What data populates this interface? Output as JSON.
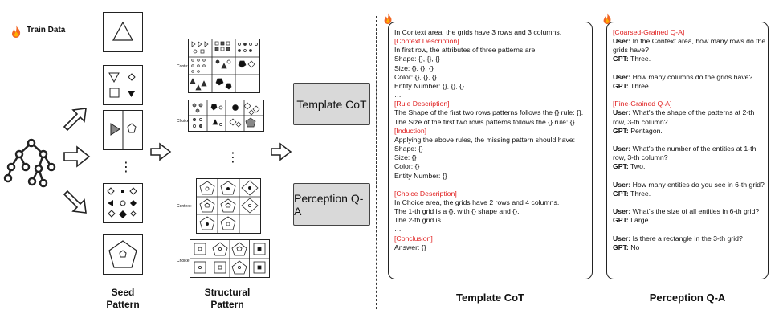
{
  "legend": {
    "label": "Train Data"
  },
  "seed_caption": "Seed\nPattern",
  "seed_dots": "⋮",
  "structural_caption": "Structural\nPattern",
  "structural_dots": "⋮",
  "structural_labels": {
    "context": "Context:",
    "choice": "Choice:"
  },
  "boxes": {
    "template": "Template CoT",
    "perception": "Perception Q-A"
  },
  "template_panel": {
    "lines": [
      {
        "t": "In Context area, the grids have 3 rows and 3 columns.",
        "s": "normal"
      },
      {
        "t": "[Context Description]",
        "s": "red"
      },
      {
        "t": "In first row, the attributes of three patterns are:",
        "s": "normal"
      },
      {
        "t": "Shape: {}, {}, {}",
        "s": "normal"
      },
      {
        "t": "Size: {}, {}, {}",
        "s": "normal"
      },
      {
        "t": "Color: {}, {}, {}",
        "s": "normal"
      },
      {
        "t": "Entity Number: {}, {}, {}",
        "s": "normal"
      },
      {
        "t": "…",
        "s": "normal"
      },
      {
        "t": "[Rule Description]",
        "s": "red"
      },
      {
        "t": "The Shape of the first two rows patterns follows the {} rule: {}.",
        "s": "normal"
      },
      {
        "t": "The Size of the first two rows patterns follows the {} rule: {}.",
        "s": "normal"
      },
      {
        "t": "[Induction]",
        "s": "red"
      },
      {
        "t": "Applying the above rules, the missing pattern should have:",
        "s": "normal"
      },
      {
        "t": "Shape: {}",
        "s": "normal"
      },
      {
        "t": "Size: {}",
        "s": "normal"
      },
      {
        "t": "Color: {}",
        "s": "normal"
      },
      {
        "t": "Entity Number: {}",
        "s": "normal"
      },
      {
        "t": "",
        "s": "normal"
      },
      {
        "t": "[Choice Description]",
        "s": "red"
      },
      {
        "t": "In Choice area, the grids have 2 rows and 4 columns.",
        "s": "normal"
      },
      {
        "t": "The 1-th grid is a {}, with {} shape and {}.",
        "s": "normal"
      },
      {
        "t": "The 2-th grid is...",
        "s": "normal"
      },
      {
        "t": "…",
        "s": "normal"
      },
      {
        "t": "[Conclusion]",
        "s": "red"
      },
      {
        "t": "Answer: {}",
        "s": "normal"
      }
    ]
  },
  "perception_panel": {
    "lines": [
      {
        "t": "[Coarsed-Grained Q-A]",
        "s": "red"
      },
      {
        "t": "User: In the Context area, how many rows do the",
        "s": "user"
      },
      {
        "t": "grids have?",
        "s": "normal"
      },
      {
        "t": "GPT: Three.",
        "s": "gpt"
      },
      {
        "t": "",
        "s": "normal"
      },
      {
        "t": "User: How many columns do the grids have?",
        "s": "user"
      },
      {
        "t": "GPT: Three.",
        "s": "gpt"
      },
      {
        "t": "",
        "s": "normal"
      },
      {
        "t": "[Fine-Grained Q-A]",
        "s": "red"
      },
      {
        "t": "User: What's the shape of the patterns at 2-th",
        "s": "user"
      },
      {
        "t": "row, 3-th column?",
        "s": "normal"
      },
      {
        "t": "GPT: Pentagon.",
        "s": "gpt"
      },
      {
        "t": "",
        "s": "normal"
      },
      {
        "t": "User: What's the number of the entities at 1-th",
        "s": "user"
      },
      {
        "t": "row, 3-th column?",
        "s": "normal"
      },
      {
        "t": "GPT: Two.",
        "s": "gpt"
      },
      {
        "t": "",
        "s": "normal"
      },
      {
        "t": "User: How many entities do you see in 6-th grid?",
        "s": "user"
      },
      {
        "t": "GPT: Three.",
        "s": "gpt"
      },
      {
        "t": "",
        "s": "normal"
      },
      {
        "t": "User: What's the size of all entities in 6-th grid?",
        "s": "user"
      },
      {
        "t": "GPT: Large",
        "s": "gpt"
      },
      {
        "t": "",
        "s": "normal"
      },
      {
        "t": "User: Is there a rectangle in the 3-th grid?",
        "s": "user"
      },
      {
        "t": "GPT: No",
        "s": "gpt"
      }
    ]
  },
  "captions": {
    "template": "Template CoT",
    "perception": "Perception Q-A"
  },
  "colors": {
    "accent_red": "#e02020",
    "box_gray": "#d9d9d9",
    "flame_orange": "#f26522"
  }
}
